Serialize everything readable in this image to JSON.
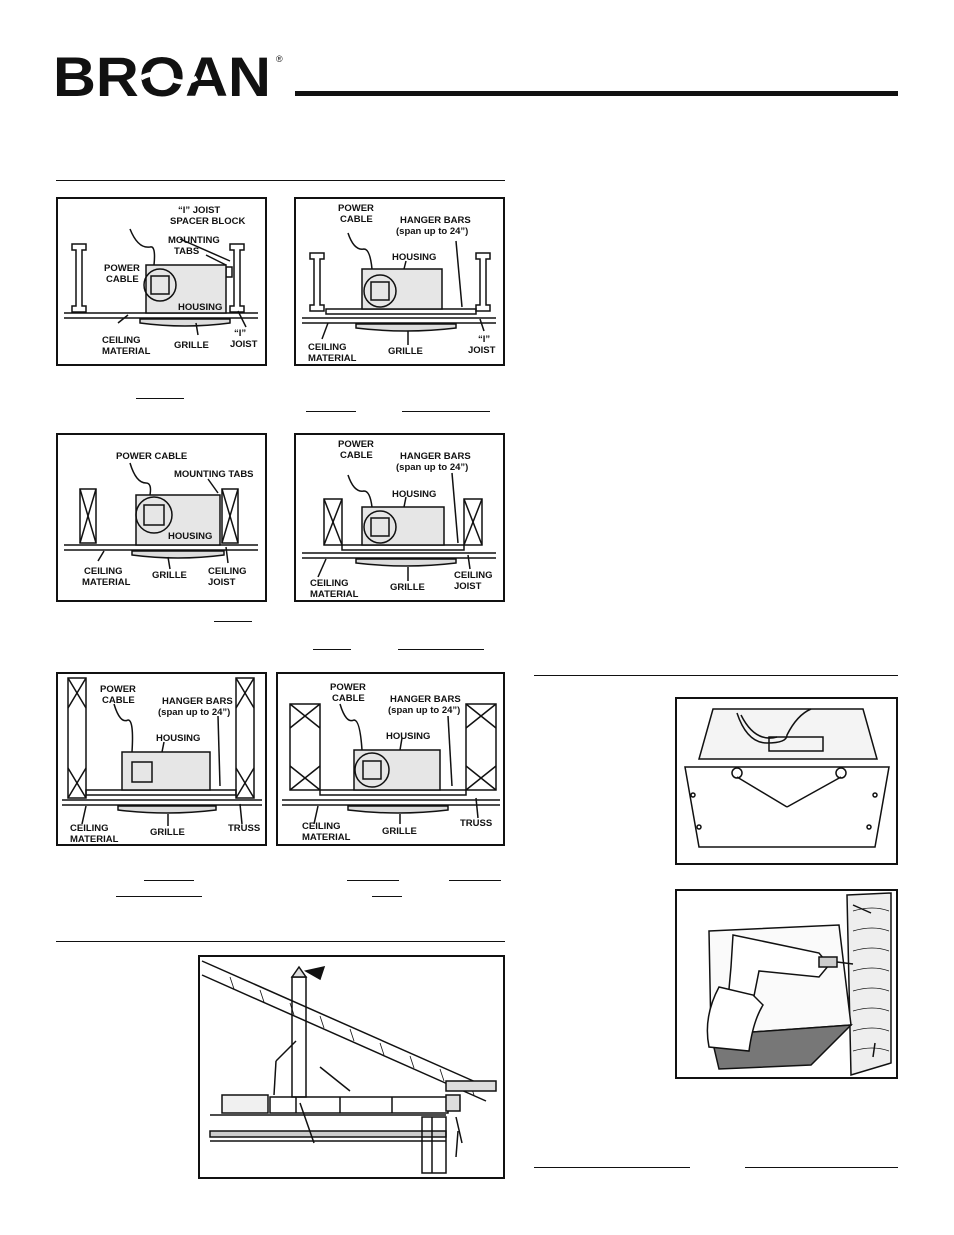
{
  "brand": {
    "name": "BROAN",
    "registered": "®"
  },
  "fig1": {
    "labels": [
      "“I” JOIST",
      "SPACER BLOCK",
      "MOUNTING",
      "TABS",
      "POWER",
      "CABLE",
      "HOUSING",
      "CEILING",
      "MATERIAL",
      "GRILLE",
      "“I”",
      "JOIST"
    ]
  },
  "fig2": {
    "labels": [
      "POWER",
      "CABLE",
      "HANGER BARS",
      "(span up to 24”)",
      "HOUSING",
      "CEILING",
      "MATERIAL",
      "GRILLE",
      "“I”",
      "JOIST"
    ]
  },
  "fig3": {
    "labels": [
      "POWER CABLE",
      "MOUNTING TABS",
      "HOUSING",
      "CEILING",
      "MATERIAL",
      "GRILLE",
      "CEILING",
      "JOIST"
    ]
  },
  "fig4": {
    "labels": [
      "POWER",
      "CABLE",
      "HANGER BARS",
      "(span up to 24”)",
      "HOUSING",
      "CEILING",
      "MATERIAL",
      "GRILLE",
      "CEILING",
      "JOIST"
    ]
  },
  "fig5": {
    "labels": [
      "POWER",
      "CABLE",
      "HANGER BARS",
      "(span up to 24”)",
      "HOUSING",
      "CEILING",
      "MATERIAL",
      "GRILLE",
      "TRUSS"
    ]
  },
  "fig6": {
    "labels": [
      "POWER",
      "CABLE",
      "HANGER BARS",
      "(span up to 24”)",
      "HOUSING",
      "CEILING",
      "MATERIAL",
      "GRILLE",
      "TRUSS"
    ]
  }
}
